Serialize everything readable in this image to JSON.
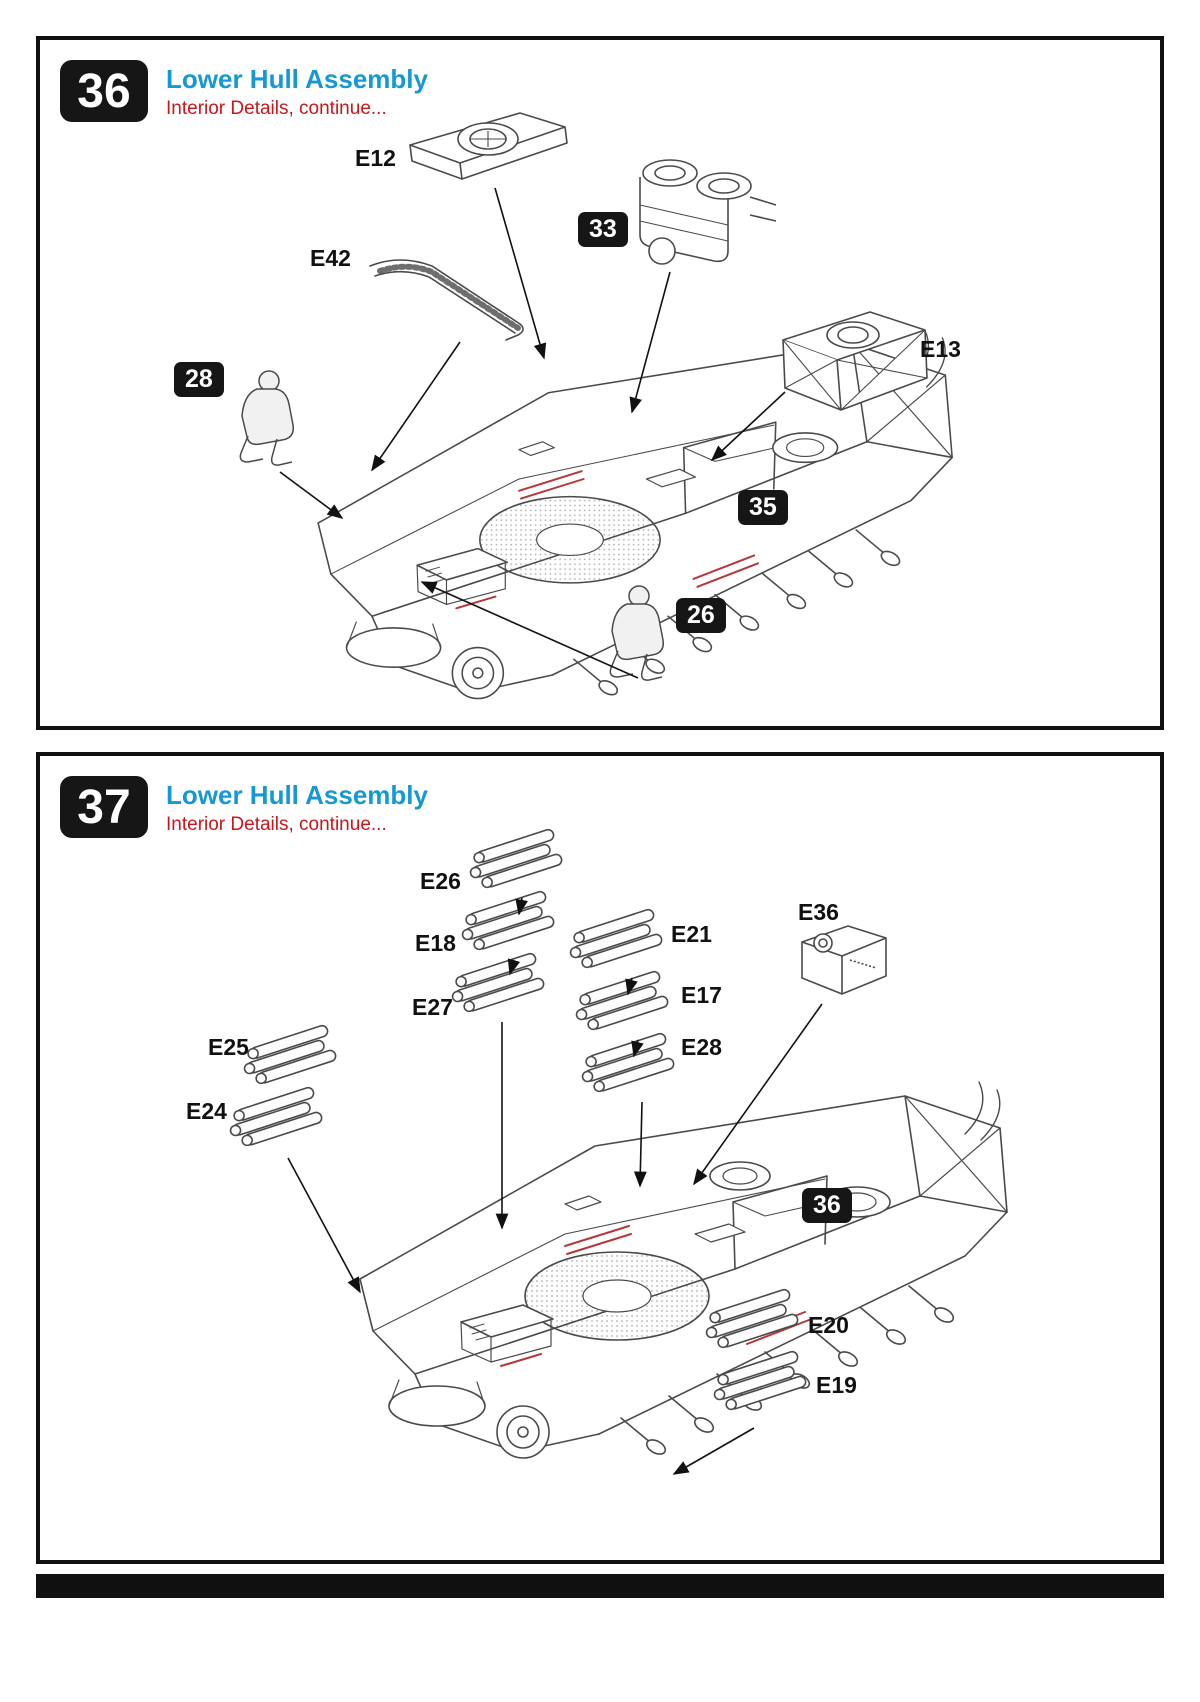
{
  "colors": {
    "title_blue": "#1698d4",
    "subtitle_red": "#c8161d",
    "badge_bg": "#161616",
    "line_art_gray": "#4a4a4a",
    "accent_red": "#b5373b"
  },
  "panels": [
    {
      "step": "36",
      "title": "Lower Hull Assembly",
      "subtitle": "Interior Details, continue...",
      "part_labels": [
        {
          "text": "E12"
        },
        {
          "text": "E42"
        },
        {
          "text": "E13"
        }
      ],
      "step_refs": [
        {
          "text": "33"
        },
        {
          "text": "28"
        },
        {
          "text": "35"
        },
        {
          "text": "26"
        }
      ]
    },
    {
      "step": "37",
      "title": "Lower Hull Assembly",
      "subtitle": "Interior Details, continue...",
      "part_labels": [
        {
          "text": "E26"
        },
        {
          "text": "E18"
        },
        {
          "text": "E27"
        },
        {
          "text": "E21"
        },
        {
          "text": "E17"
        },
        {
          "text": "E28"
        },
        {
          "text": "E36"
        },
        {
          "text": "E25"
        },
        {
          "text": "E24"
        },
        {
          "text": "E20"
        },
        {
          "text": "E19"
        }
      ],
      "step_refs": [
        {
          "text": "36"
        }
      ]
    }
  ]
}
